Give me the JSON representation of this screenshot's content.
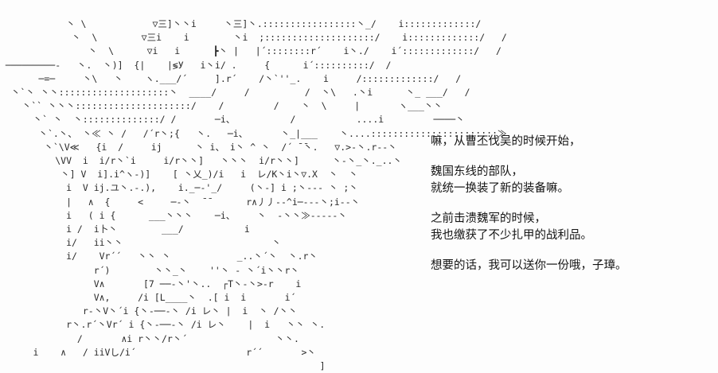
{
  "scene": {
    "background_color": "#fdfdfd",
    "text_color": "#141414",
    "art_color": "#2a2a2a"
  },
  "ascii_art": {
    "name": "character-portrait-ascii-art",
    "content": "            丶 \\            ▽三]丶丶i     丶三]丶.:::::::::::::::::丶_/    i:::::::::::::/\n             丶  \\        ▽三i    i        丶i  ;::::::::::::::::::::/    i:::::::::::::/   /\n                丶  \\      ▽i   i      ┣丶 |   |´::::::::r´    i丶./    i´:::::::::::::/   /\n ─────────‐   丶.  丶)]  {|    |≶У   i丶i/ .     {      i´::::::::::/  /\n       ─=─     丶\\   丶    ヽ.___/´     ].r´    /丶`''_.    i     /:::::::::::::/   /\n  丶`丶 丶丶::::::::::::::::::::丶  ____/     /          /  丶\\   .丶i      丶_ ___/   /\n    丶`` 丶丶丶:::::::::::::::::::::/    /         /    丶  \\     |       ヽ___丶丶\n      丶` 丶  丶::::::::::::::/ /       ─i、          /           ....i         ────丶\n       丶`.丶、 丶≪ 丶 /   /´r丶;{   丶.   ─i、      丶_|___    丶....:::::::::::::::::::::::≫\n        丶`\\V≪   {i  /     ij      丶 i、 i丶 ^ 丶  /´ ̄ ̄丶.   ▽.>-丶.r‐-丶\n          \\VV  i  i/r丶`i     i/r丶丶]   丶丶丶  i/r丶丶]      丶-丶_丶._..丶\n           丶] V  i].i^ヽ‐)]    [ 丶乂_)/i   i  レ/K丶i丶▽.X  丶  丶\n            i  V ij.ユ丶.‐.),    i._─‐'_/     (丶‐] i ;丶--- 丶 ;丶\n            |   ∧  {     <     ─‐丶  ̄ ̄       r∧丿丿--^i─---丶;i--丶\n            i   ( i {      ___丶丶丶    ─i、    丶  -丶丶≫-----丶\n            i /  i卜丶        ___/           i\n            i/   ii丶丶                           丶\n            i/    Vr´´   丶丶 丶            _..丶´丶  丶.r丶\n                 r´)        丶丶_丶    ''丶 ‐ 丶´i丶丶r丶\n                 V∧       [7 ──‐丶'丶..  ┌T丶-丶>‐r    i\n                 V∧,     /i [L____丶  .[ i  i       i´\n               r‐丶V丶´i {丶‐──‐丶 /i レ丶 |  i  丶 /丶丶\n            r丶.r´丶Vr´ i {丶‐──‐丶 /i レ丶    |  i   丶丶 丶.\n              /       ∧i r丶丶/r丶´                丶丶.\n      i    ∧   / iiVし/i´                    r´´       >丶\n                                                          ]"
  },
  "dialogue": {
    "name": "dialogue-text",
    "paragraphs": [
      {
        "lines": [
          {
            "text": "嘛，从曹丕伐吴的时候开始，",
            "emphasis": false
          }
        ]
      },
      {
        "lines": [
          {
            "text": "魏国东线的部队，",
            "emphasis": false
          },
          {
            "text": "就统一换装了新的装备嘛。",
            "emphasis": false
          }
        ]
      },
      {
        "lines": [
          {
            "text": "之前击溃魏军的时候，",
            "emphasis": false
          },
          {
            "text": "我也缴获了不少扎甲的战利品。",
            "emphasis": false
          }
        ]
      },
      {
        "lines": [
          {
            "text": "想要的话，我可以送你一份哦，子璋。",
            "emphasis": false
          }
        ]
      }
    ]
  }
}
